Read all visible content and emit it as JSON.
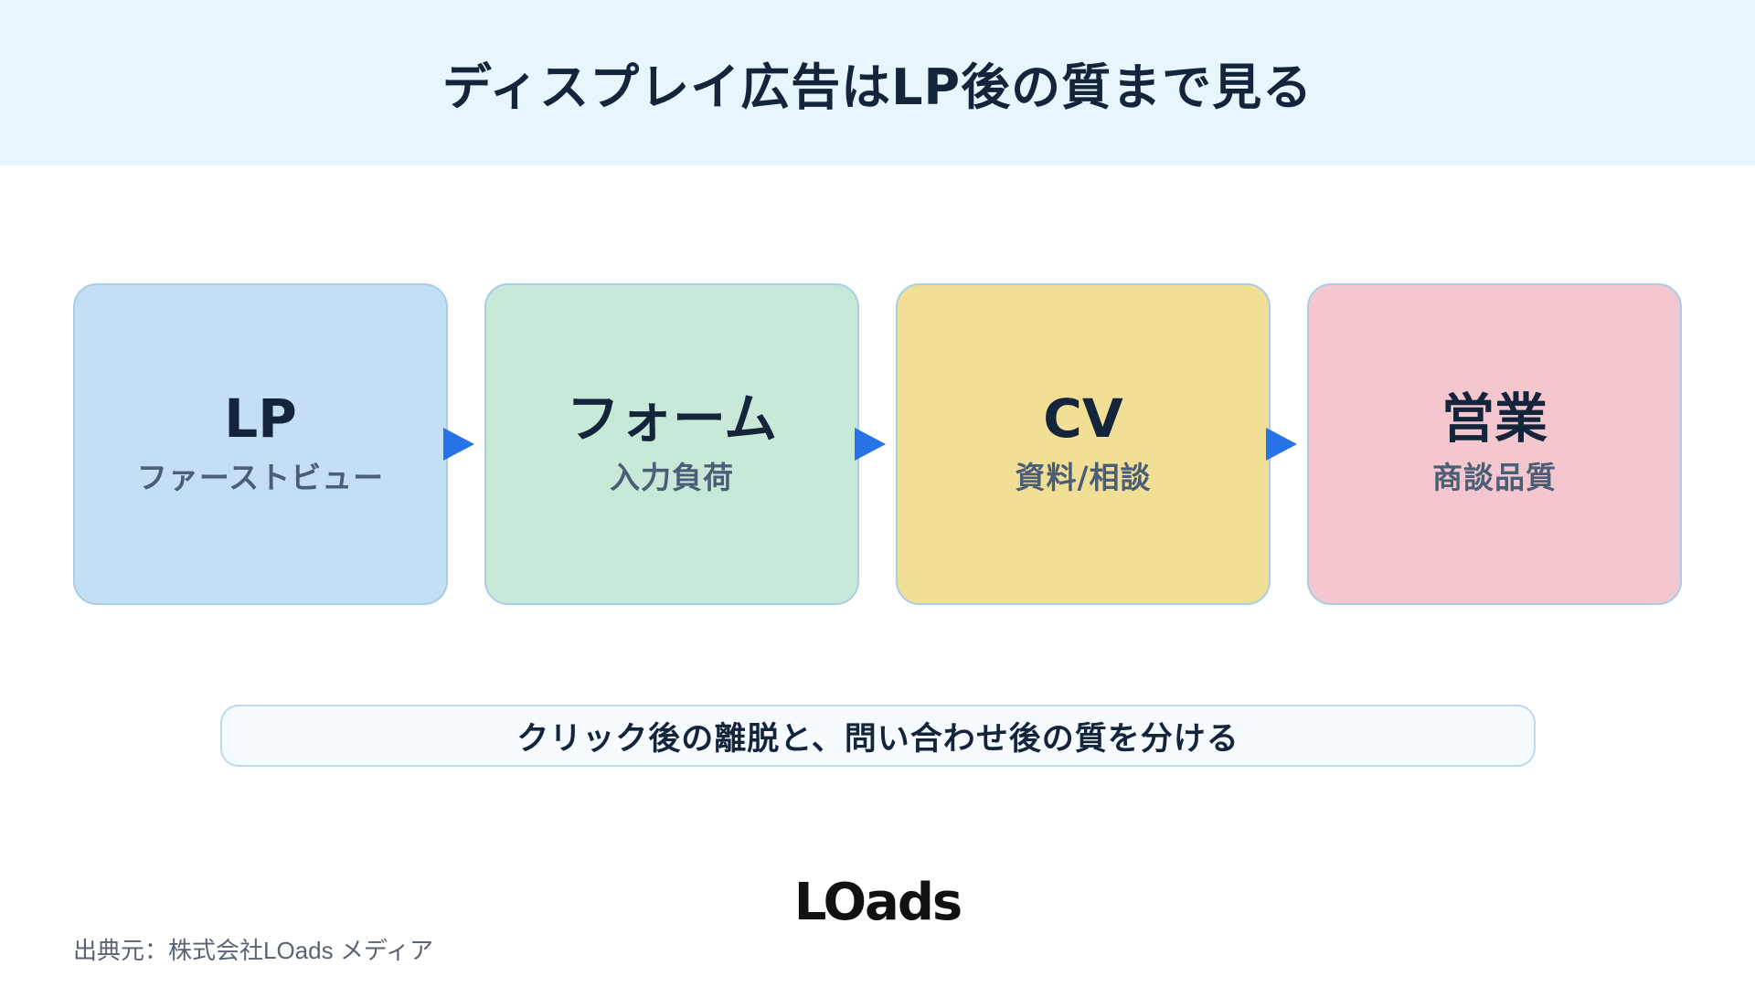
{
  "header": {
    "title": "ディスプレイ広告はLP後の質まで見る"
  },
  "steps": [
    {
      "title": "LP",
      "subtitle": "ファーストビュー",
      "color": "#c4dff3"
    },
    {
      "title": "フォーム",
      "subtitle": "入力負荷",
      "color": "#c9e9d8"
    },
    {
      "title": "CV",
      "subtitle": "資料/相談",
      "color": "#f2df96"
    },
    {
      "title": "営業",
      "subtitle": "商談品質",
      "color": "#f4c7ce"
    }
  ],
  "accent_color": "#2672e6",
  "note": {
    "text": "クリック後の離脱と、問い合わせ後の質を分ける"
  },
  "logo": {
    "text": "LOads"
  },
  "footer": {
    "source": "出典元：株式会社LOads メディア"
  }
}
